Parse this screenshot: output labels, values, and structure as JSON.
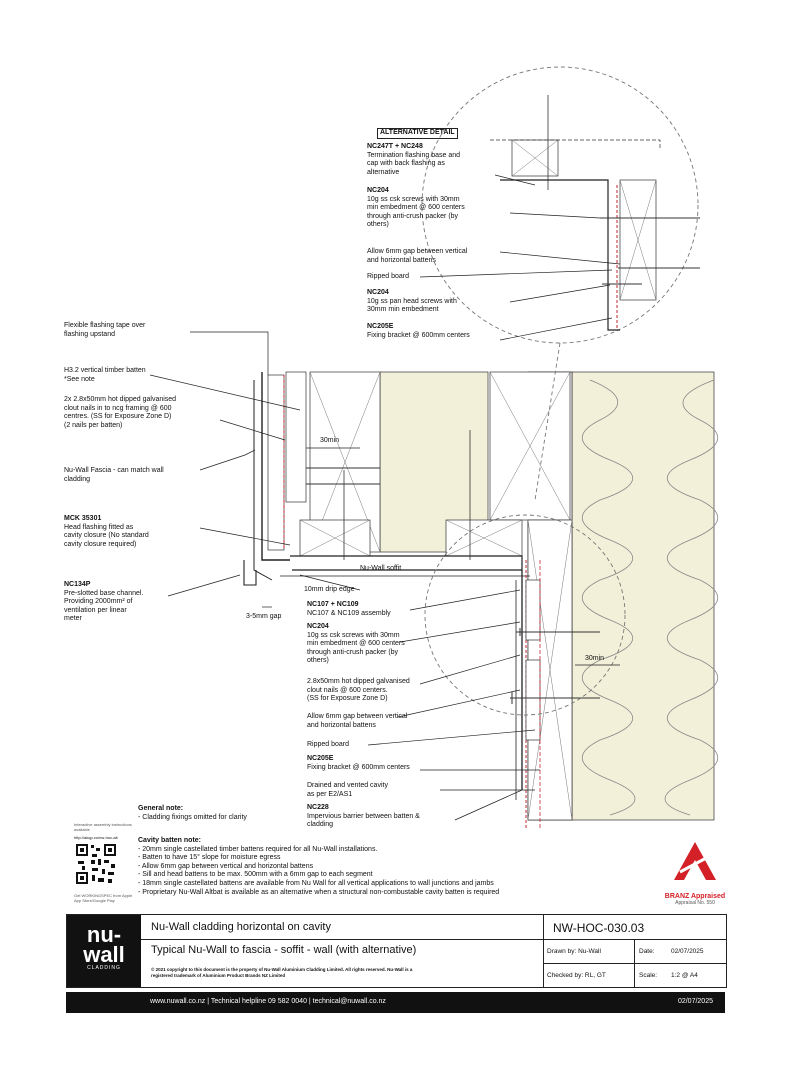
{
  "alt_detail": {
    "title": "ALTERNATIVE DETAIL",
    "nc247": {
      "code": "NC247T + NC248",
      "text1": "Termination flashing base and",
      "text2": "cap with back flashing as",
      "text3": "alternative"
    },
    "nc204a": {
      "code": "NC204",
      "text1": "10g ss csk screws with 30mm",
      "text2": "min embedment @ 600 centers",
      "text3": "through anti-crush packer (by",
      "text4": "others)"
    },
    "gap": {
      "text1": "Allow 6mm gap between vertical",
      "text2": "and horizontal battens"
    },
    "ripped": "Ripped board",
    "nc204b": {
      "code": "NC204",
      "text1": "10g ss pan head screws with",
      "text2": "30mm min embedment"
    },
    "nc205e": {
      "code": "NC205E",
      "text1": "Fixing bracket @ 600mm centers"
    }
  },
  "left_labels": {
    "flex_tape": {
      "text1": "Flexible flashing tape over",
      "text2": "flashing upstand"
    },
    "h32": {
      "text1": "H3.2 vertical timber batten",
      "text2": "*See note"
    },
    "nails": {
      "text1": "2x 2.8x50mm hot dipped galvanised",
      "text2": "clout nails in to ncg framing @ 600",
      "text3": "centres. (SS for Exposure Zone D)",
      "text4": "(2 nails per batten)"
    },
    "fascia": {
      "text1": "Nu-Wall Fascia - can match wall",
      "text2": "cladding"
    },
    "mck": {
      "code": "MCK 35301",
      "text1": "Head flashing fitted as",
      "text2": "cavity closure (No standard",
      "text3": "cavity closure required)"
    },
    "nc134p": {
      "code": "NC134P",
      "text1": "Pre-slotted base channel.",
      "text2": "Providing 2000mm² of",
      "text3": "ventilation per linear",
      "text4": "meter"
    },
    "gap35": "3-5mm gap",
    "dim30a": "30min",
    "soffit": "Nu-Wall soffit",
    "drip": "10mm drip edge"
  },
  "main_labels": {
    "nc107": {
      "code": "NC107 + NC109",
      "text1": "NC107 & NC109 assembly"
    },
    "nc204": {
      "code": "NC204",
      "text1": "10g ss csk screws with 30mm",
      "text2": "min embedment @ 600 centers",
      "text3": "through anti-crush packer (by",
      "text4": "others)"
    },
    "clout": {
      "text1": "2.8x50mm hot dipped galvanised",
      "text2": "clout nails @ 600 centers.",
      "text3": "(SS for Exposure Zone D)"
    },
    "gap": {
      "text1": "Allow 6mm gap between vertical",
      "text2": "and horizontal battens"
    },
    "ripped": "Ripped board",
    "nc205e": {
      "code": "NC205E",
      "text1": "Fixing bracket @ 600mm centers"
    },
    "drained": {
      "text1": "Drained and vented cavity",
      "text2": "as per E2/AS1"
    },
    "nc228": {
      "code": "NC228",
      "text1": "Impervious barrier between batten &",
      "text2": "cladding"
    },
    "dim30b": "30min"
  },
  "general_note": {
    "title": "General note:",
    "text1": "- Cladding fixings omitted for clarity"
  },
  "cavity_note": {
    "title": "Cavity batten note:",
    "lines": [
      "- 20mm single castellated timber battens required for all Nu-Wall installations.",
      "- Batten to have 15° slope for moisture egress",
      "- Allow 6mm gap between vertical and horizontal battens",
      "- Sill and head battens to be max. 500mm with a 6mm gap to each segment",
      "- 18mm single castellated battens are available from Nu Wall for all vertical applications to wall junctions and jambs",
      "- Proprietary Nu-Wall Altbat is available as an alternative when a structural non-combustable cavity batten is required"
    ]
  },
  "qr": {
    "interactive": "Interactive assembly instructions available",
    "url": "http://akqp.co/nw-hoc-alt",
    "store": "Get WORKINGSPEC from Apple App Store/Google Play"
  },
  "branz": {
    "title": "BRANZ Appraised",
    "sub": "Appraisal No. 550"
  },
  "titleblock": {
    "logo1": "nu-",
    "logo2": "wall",
    "logo3": "CLADDING",
    "title1": "Nu-Wall cladding horizontal on cavity",
    "title2": "Typical Nu-Wall to fascia - soffit - wall (with alternative)",
    "copyright1": "© 2021 copyright to this document is the property of Nu-Wall Aluminium Cladding Limited. All rights reserved. Nu-Wall is a",
    "copyright2": "registered trademark of Aluminium Product Brands NZ Limited",
    "code": "NW-HOC-030.03",
    "drawn": "Drawn by: Nu-Wall",
    "date_label": "Date:",
    "date": "02/07/2025",
    "checked": "Checked by: RL, GT",
    "scale_label": "Scale:",
    "scale": "1:2 @ A4"
  },
  "footer": {
    "text": "www.nuwall.co.nz  |  Technical helpline 09 582 0040  |  technical@nuwall.co.nz",
    "date": "02/07/2025"
  },
  "colors": {
    "insulation": "#f2f0d8",
    "flashing_red": "#c0272d",
    "branz_red": "#d42027"
  }
}
